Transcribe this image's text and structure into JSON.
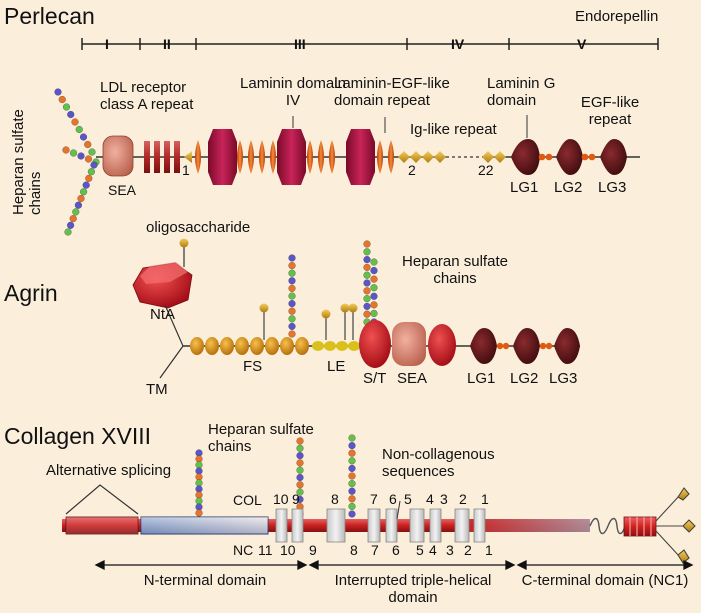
{
  "perlecan": {
    "title": "Perlecan",
    "endorepellin": "Endorepellin",
    "domains": [
      "I",
      "II",
      "III",
      "IV",
      "V"
    ],
    "labels": {
      "hs_chains": "Heparan sulfate chains",
      "ldl": "LDL receptor class A repeat",
      "laminin_iv": "Laminin domain IV",
      "egf_like": "Laminin-EGF-like domain repeat",
      "ig_like": "Ig-like repeat",
      "laminin_g": "Laminin G domain",
      "egf_repeat": "EGF-like repeat",
      "sea": "SEA",
      "n1": "1",
      "n2": "2",
      "n22": "22",
      "lg1": "LG1",
      "lg2": "LG2",
      "lg3": "LG3"
    }
  },
  "agrin": {
    "title": "Agrin",
    "labels": {
      "oligosaccharide": "oligosaccharide",
      "hs_chains": "Heparan sulfate chains",
      "nta": "NtA",
      "tm": "TM",
      "fs": "FS",
      "le": "LE",
      "st": "S/T",
      "sea": "SEA",
      "lg1": "LG1",
      "lg2": "LG2",
      "lg3": "LG3"
    }
  },
  "collagen": {
    "title": "Collagen XVIII",
    "labels": {
      "alt_splicing": "Alternative splicing",
      "hs_chains": "Heparan sulfate chains",
      "non_collagenous": "Non-collagenous sequences",
      "col": "COL",
      "nc": "NC",
      "n_terminal": "N-terminal domain",
      "interrupted": "Interrupted triple-helical domain",
      "c_terminal": "C-terminal domain (NC1)"
    },
    "col_numbers": [
      "10",
      "9",
      "8",
      "7",
      "6",
      "5",
      "4",
      "3",
      "2",
      "1"
    ],
    "nc_numbers": [
      "11",
      "10",
      "9",
      "8",
      "7",
      "6",
      "5",
      "4",
      "3",
      "2",
      "1"
    ]
  },
  "colors": {
    "background": "#fbefdc",
    "dark_red": "#a3103a",
    "orange": "#e05a10",
    "gold": "#e3a81a",
    "maroon": "#5a1418",
    "salmon": "#d98571",
    "red": "#cc1f1f",
    "hs_blue": "#5a55c8",
    "hs_orange": "#e8742a",
    "hs_green": "#63c04a"
  }
}
